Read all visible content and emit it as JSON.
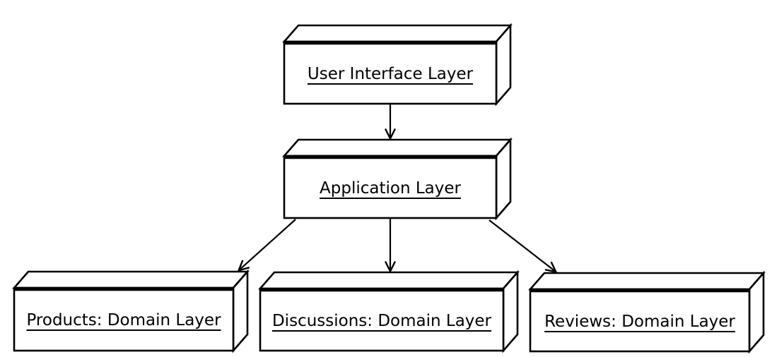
{
  "diagram": {
    "type": "uml-layered-architecture",
    "colors": {
      "stroke": "#000000",
      "fill": "#ffffff",
      "background": "#ffffff",
      "text": "#000000"
    },
    "nodes": [
      {
        "id": "user-interface-layer",
        "label": "User Interface Layer"
      },
      {
        "id": "application-layer",
        "label": "Application Layer"
      },
      {
        "id": "products-domain-layer",
        "label": "Products: Domain Layer"
      },
      {
        "id": "discussions-domain-layer",
        "label": "Discussions: Domain Layer"
      },
      {
        "id": "reviews-domain-layer",
        "label": "Reviews: Domain Layer"
      }
    ],
    "edges": [
      {
        "from": "User Interface Layer",
        "to": "Application Layer",
        "style": "open-arrow"
      },
      {
        "from": "Application Layer",
        "to": "Products: Domain Layer",
        "style": "open-arrow"
      },
      {
        "from": "Application Layer",
        "to": "Discussions: Domain Layer",
        "style": "open-arrow"
      },
      {
        "from": "Application Layer",
        "to": "Reviews: Domain Layer",
        "style": "open-arrow"
      }
    ]
  }
}
